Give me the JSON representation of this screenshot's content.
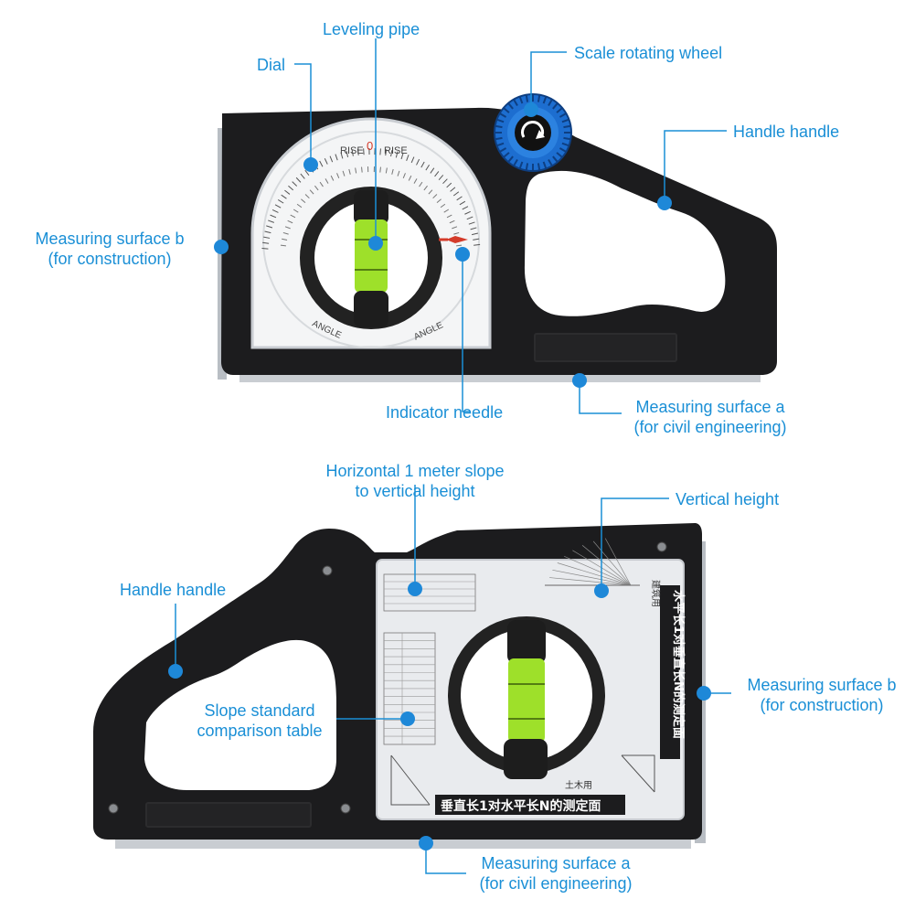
{
  "colors": {
    "callout": "#1a8fd6",
    "body": "#1c1c1e",
    "bubble": "#9ee02a",
    "wheel": "#1f6fd0",
    "panel": "#e9ebee",
    "rail": "#c8ccd1"
  },
  "labels": {
    "leveling_pipe": "Leveling pipe",
    "dial": "Dial",
    "scale_wheel": "Scale rotating wheel",
    "handle_top": "Handle handle",
    "surface_b_top_1": "Measuring surface b",
    "surface_b_top_2": "(for construction)",
    "indicator_needle": "Indicator needle",
    "surface_a_top_1": "Measuring surface a",
    "surface_a_top_2": "(for civil engineering)",
    "horiz_slope_1": "Horizontal 1 meter slope",
    "horiz_slope_2": "to vertical height",
    "vertical_height": "Vertical height",
    "handle_bottom": "Handle handle",
    "slope_table_1": "Slope standard",
    "slope_table_2": "comparison table",
    "surface_b_bottom_1": "Measuring surface b",
    "surface_b_bottom_2": "(for construction)",
    "surface_a_bottom_1": "Measuring surface a",
    "surface_a_bottom_2": "(for civil engineering)"
  },
  "dial_text": {
    "rise": "RISE",
    "angle": "ANGLE",
    "zero": "0"
  },
  "panel_text": {
    "bottom_caption": "垂直长1对水平长N的测定面",
    "side_caption": "水平长1对垂直长N的测定面",
    "civil_tag": "土木用",
    "build_tag": "建筑用"
  }
}
